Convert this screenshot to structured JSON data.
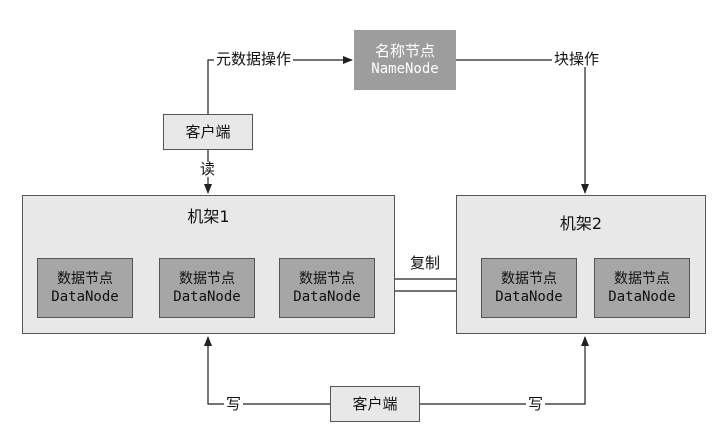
{
  "namenode": {
    "line1": "名称节点",
    "line2": "NameNode"
  },
  "client_top": {
    "label": "客户端"
  },
  "client_bottom": {
    "label": "客户端"
  },
  "labels": {
    "metadata_ops": "元数据操作",
    "block_ops": "块操作",
    "read": "读",
    "replicate": "复制",
    "write_left": "写",
    "write_right": "写"
  },
  "rack1": {
    "title": "机架1",
    "datanodes": [
      {
        "line1": "数据节点",
        "line2": "DataNode"
      },
      {
        "line1": "数据节点",
        "line2": "DataNode"
      },
      {
        "line1": "数据节点",
        "line2": "DataNode"
      }
    ]
  },
  "rack2": {
    "title": "机架2",
    "datanodes": [
      {
        "line1": "数据节点",
        "line2": "DataNode"
      },
      {
        "line1": "数据节点",
        "line2": "DataNode"
      }
    ]
  },
  "colors": {
    "namenode_fill": "#9d9d9d",
    "datanode_fill": "#a6a6a6",
    "rack_fill": "#e8e8e8",
    "line": "#222222"
  }
}
